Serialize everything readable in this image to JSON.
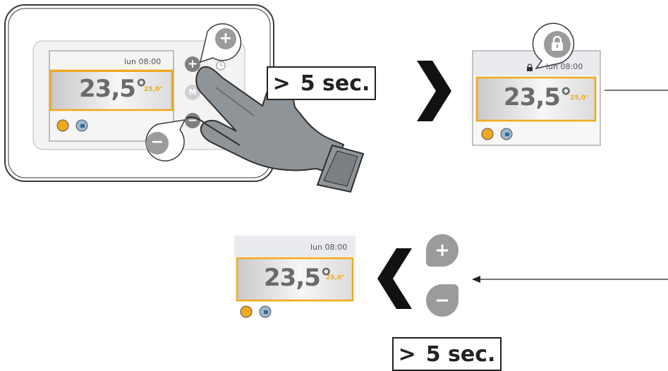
{
  "device_panel": {
    "time": "lun 08:00",
    "temperature": "23,5°",
    "setpoint": "25,0°",
    "plus_label": "+",
    "minus_label": "−",
    "mode_label": "M",
    "zoom_plus_label": "+",
    "zoom_minus_label": "−"
  },
  "hold_instruction_top": {
    "gt": ">",
    "text": "5 sec."
  },
  "locked_screen": {
    "time": "lun 08:00",
    "temperature": "23,5°",
    "setpoint": "25,0°"
  },
  "unlocked_screen": {
    "time": "lun 08:00",
    "temperature": "23,5°",
    "setpoint": "25,0°"
  },
  "unlock_buttons": {
    "plus_label": "+",
    "minus_label": "−"
  },
  "hold_instruction_bottom": {
    "gt": ">",
    "text": "5 sec."
  },
  "colors": {
    "accent": "#f0a81c",
    "button_grey": "#9b9b9b",
    "frame_outline": "#3a3a3a",
    "hand": "#8f9499"
  }
}
